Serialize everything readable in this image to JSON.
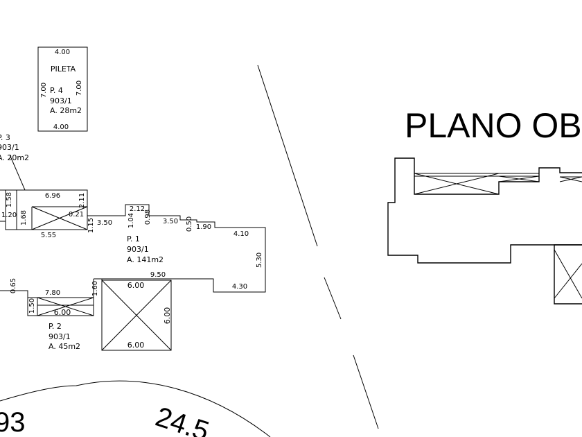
{
  "title": "PLANO OB",
  "pileta": {
    "top": "4.00",
    "label": "PILETA",
    "left": "7.00",
    "right": "7.00",
    "parcel": "P. 4",
    "lot": "903/1",
    "area": "A. 28m2",
    "bottom": "4.00"
  },
  "p3": {
    "parcel": "P. 3",
    "lot": "903/1",
    "area": "A. 20m2",
    "top": "6.96",
    "left_a": "1.58",
    "left_b": "1.20",
    "left_c": "1.68",
    "right_a": "2.11",
    "right_b": "0.21",
    "bottom": "5.55"
  },
  "p1": {
    "parcel": "P. 1",
    "lot": "903/1",
    "area": "A. 141m2",
    "d_115": "1.15",
    "d_350a": "3.50",
    "d_104": "1.04",
    "d_212": "2.12",
    "d_098": "0.98",
    "d_350b": "3.50",
    "d_050": "0.50",
    "d_190": "1.90",
    "d_410": "4.10",
    "d_530": "5.30",
    "d_430": "4.30",
    "d_950": "9.50"
  },
  "p2": {
    "parcel": "P. 2",
    "lot": "903/1",
    "area": "A. 45m2",
    "d_065": "0.65",
    "d_780": "7.80",
    "d_160": "1.60",
    "d_150": "1.50",
    "d_600a": "6.00"
  },
  "square": {
    "top": "6.00",
    "right": "6.00",
    "bottom": "6.00"
  },
  "curve_labels": {
    "left": "93",
    "right": "24.5"
  }
}
